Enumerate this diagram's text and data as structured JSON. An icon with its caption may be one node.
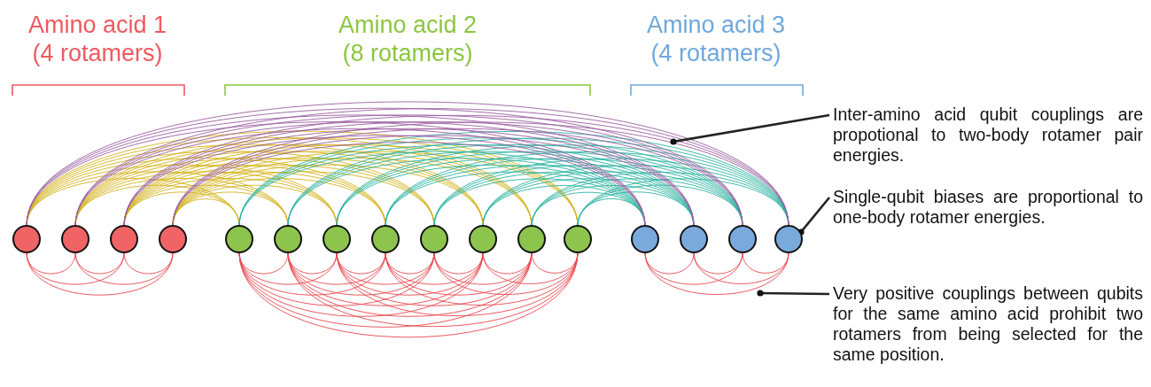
{
  "diagram": {
    "nodes": [
      {
        "text": [],
        "shape": "circle"
      },
      {
        "text": [],
        "shape": "circle"
      },
      {
        "text": [],
        "shape": "circle"
      },
      {
        "text": [],
        "shape": "circle"
      },
      {
        "text": [],
        "shape": "circle"
      },
      {
        "text": [],
        "shape": "circle"
      },
      {
        "text": [],
        "shape": "circle"
      },
      {
        "text": [],
        "shape": "circle"
      },
      {
        "text": [],
        "shape": "circle"
      },
      {
        "text": [],
        "shape": "circle"
      },
      {
        "text": [],
        "shape": "circle"
      },
      {
        "text": [],
        "shape": "circle"
      },
      {
        "text": [],
        "shape": "circle"
      },
      {
        "text": [],
        "shape": "circle"
      },
      {
        "text": [],
        "shape": "circle"
      },
      {
        "text": [],
        "shape": "circle"
      },
      {
        "text": [
          "Inter-amino acid qubit couplings are propotional to two-body rotamer pair energies."
        ]
      },
      {
        "text": [
          "Single-qubit biases are proportional to one-body rotamer energies."
        ]
      },
      {
        "text": [
          "Very positive couplings between qubits for the same amino acid prohibit two rotamers from being selected for the same position."
        ]
      }
    ],
    "edges": [
      {
        "from": 0,
        "to": 1,
        "arrow": "none",
        "color": "#e8474f"
      },
      {
        "from": 0,
        "to": 2,
        "arrow": "none",
        "color": "#e8474f"
      },
      {
        "from": 0,
        "to": 3,
        "arrow": "none",
        "color": "#e8474f"
      },
      {
        "from": 1,
        "to": 2,
        "arrow": "none",
        "color": "#e8474f"
      },
      {
        "from": 1,
        "to": 3,
        "arrow": "none",
        "color": "#e8474f"
      },
      {
        "from": 2,
        "to": 3,
        "arrow": "none",
        "color": "#e8474f"
      },
      {
        "from": 4,
        "to": 5,
        "arrow": "none",
        "color": "#e8474f"
      },
      {
        "from": 4,
        "to": 6,
        "arrow": "none",
        "color": "#e8474f"
      },
      {
        "from": 4,
        "to": 7,
        "arrow": "none",
        "color": "#e8474f"
      },
      {
        "from": 4,
        "to": 8,
        "arrow": "none",
        "color": "#e8474f"
      },
      {
        "from": 4,
        "to": 9,
        "arrow": "none",
        "color": "#e8474f"
      },
      {
        "from": 4,
        "to": 10,
        "arrow": "none",
        "color": "#e8474f"
      },
      {
        "from": 4,
        "to": 11,
        "arrow": "none",
        "color": "#e8474f"
      },
      {
        "from": 5,
        "to": 6,
        "arrow": "none",
        "color": "#e8474f"
      },
      {
        "from": 5,
        "to": 7,
        "arrow": "none",
        "color": "#e8474f"
      },
      {
        "from": 5,
        "to": 8,
        "arrow": "none",
        "color": "#e8474f"
      },
      {
        "from": 5,
        "to": 9,
        "arrow": "none",
        "color": "#e8474f"
      },
      {
        "from": 5,
        "to": 10,
        "arrow": "none",
        "color": "#e8474f"
      },
      {
        "from": 5,
        "to": 11,
        "arrow": "none",
        "color": "#e8474f"
      },
      {
        "from": 6,
        "to": 7,
        "arrow": "none",
        "color": "#e8474f"
      },
      {
        "from": 6,
        "to": 8,
        "arrow": "none",
        "color": "#e8474f"
      },
      {
        "from": 6,
        "to": 9,
        "arrow": "none",
        "color": "#e8474f"
      },
      {
        "from": 6,
        "to": 10,
        "arrow": "none",
        "color": "#e8474f"
      },
      {
        "from": 6,
        "to": 11,
        "arrow": "none",
        "color": "#e8474f"
      },
      {
        "from": 7,
        "to": 8,
        "arrow": "none",
        "color": "#e8474f"
      },
      {
        "from": 7,
        "to": 9,
        "arrow": "none",
        "color": "#e8474f"
      },
      {
        "from": 7,
        "to": 10,
        "arrow": "none",
        "color": "#e8474f"
      },
      {
        "from": 7,
        "to": 11,
        "arrow": "none",
        "color": "#e8474f"
      },
      {
        "from": 8,
        "to": 9,
        "arrow": "none",
        "color": "#e8474f"
      },
      {
        "from": 8,
        "to": 10,
        "arrow": "none",
        "color": "#e8474f"
      },
      {
        "from": 8,
        "to": 11,
        "arrow": "none",
        "color": "#e8474f"
      },
      {
        "from": 9,
        "to": 10,
        "arrow": "none",
        "color": "#e8474f"
      },
      {
        "from": 9,
        "to": 11,
        "arrow": "none",
        "color": "#e8474f"
      },
      {
        "from": 10,
        "to": 11,
        "arrow": "none",
        "color": "#e8474f"
      },
      {
        "from": 12,
        "to": 13,
        "arrow": "none",
        "color": "#e8474f"
      },
      {
        "from": 12,
        "to": 14,
        "arrow": "none",
        "color": "#e8474f"
      },
      {
        "from": 12,
        "to": 15,
        "arrow": "none",
        "color": "#e8474f"
      },
      {
        "from": 13,
        "to": 14,
        "arrow": "none",
        "color": "#e8474f"
      },
      {
        "from": 13,
        "to": 15,
        "arrow": "none",
        "color": "#e8474f"
      },
      {
        "from": 14,
        "to": 15,
        "arrow": "none",
        "color": "#e8474f"
      },
      {
        "from": 0,
        "to": 4,
        "arrow": "none",
        "color": "#d4b21c"
      },
      {
        "from": 0,
        "to": 5,
        "arrow": "none",
        "color": "#d4b21c"
      },
      {
        "from": 0,
        "to": 6,
        "arrow": "none",
        "color": "#d4b21c"
      },
      {
        "from": 0,
        "to": 7,
        "arrow": "none",
        "color": "#d4b21c"
      },
      {
        "from": 0,
        "to": 8,
        "arrow": "none",
        "color": "#d4b21c"
      },
      {
        "from": 0,
        "to": 9,
        "arrow": "none",
        "color": "#d4b21c"
      },
      {
        "from": 0,
        "to": 10,
        "arrow": "none",
        "color": "#d4b21c"
      },
      {
        "from": 0,
        "to": 11,
        "arrow": "none",
        "color": "#d4b21c"
      },
      {
        "from": 1,
        "to": 4,
        "arrow": "none",
        "color": "#d4b21c"
      },
      {
        "from": 1,
        "to": 5,
        "arrow": "none",
        "color": "#d4b21c"
      },
      {
        "from": 1,
        "to": 6,
        "arrow": "none",
        "color": "#d4b21c"
      },
      {
        "from": 1,
        "to": 7,
        "arrow": "none",
        "color": "#d4b21c"
      },
      {
        "from": 1,
        "to": 8,
        "arrow": "none",
        "color": "#d4b21c"
      },
      {
        "from": 1,
        "to": 9,
        "arrow": "none",
        "color": "#d4b21c"
      },
      {
        "from": 1,
        "to": 10,
        "arrow": "none",
        "color": "#d4b21c"
      },
      {
        "from": 1,
        "to": 11,
        "arrow": "none",
        "color": "#d4b21c"
      },
      {
        "from": 2,
        "to": 4,
        "arrow": "none",
        "color": "#d4b21c"
      },
      {
        "from": 2,
        "to": 5,
        "arrow": "none",
        "color": "#d4b21c"
      },
      {
        "from": 2,
        "to": 6,
        "arrow": "none",
        "color": "#d4b21c"
      },
      {
        "from": 2,
        "to": 7,
        "arrow": "none",
        "color": "#d4b21c"
      },
      {
        "from": 2,
        "to": 8,
        "arrow": "none",
        "color": "#d4b21c"
      },
      {
        "from": 2,
        "to": 9,
        "arrow": "none",
        "color": "#d4b21c"
      },
      {
        "from": 2,
        "to": 10,
        "arrow": "none",
        "color": "#d4b21c"
      },
      {
        "from": 2,
        "to": 11,
        "arrow": "none",
        "color": "#d4b21c"
      },
      {
        "from": 3,
        "to": 4,
        "arrow": "none",
        "color": "#d4b21c"
      },
      {
        "from": 3,
        "to": 5,
        "arrow": "none",
        "color": "#d4b21c"
      },
      {
        "from": 3,
        "to": 6,
        "arrow": "none",
        "color": "#d4b21c"
      },
      {
        "from": 3,
        "to": 7,
        "arrow": "none",
        "color": "#d4b21c"
      },
      {
        "from": 3,
        "to": 8,
        "arrow": "none",
        "color": "#d4b21c"
      },
      {
        "from": 3,
        "to": 9,
        "arrow": "none",
        "color": "#d4b21c"
      },
      {
        "from": 3,
        "to": 10,
        "arrow": "none",
        "color": "#d4b21c"
      },
      {
        "from": 3,
        "to": 11,
        "arrow": "none",
        "color": "#d4b21c"
      },
      {
        "from": 4,
        "to": 12,
        "arrow": "none",
        "color": "#2bb3a0"
      },
      {
        "from": 4,
        "to": 13,
        "arrow": "none",
        "color": "#2bb3a0"
      },
      {
        "from": 4,
        "to": 14,
        "arrow": "none",
        "color": "#2bb3a0"
      },
      {
        "from": 4,
        "to": 15,
        "arrow": "none",
        "color": "#2bb3a0"
      },
      {
        "from": 5,
        "to": 12,
        "arrow": "none",
        "color": "#2bb3a0"
      },
      {
        "from": 5,
        "to": 13,
        "arrow": "none",
        "color": "#2bb3a0"
      },
      {
        "from": 5,
        "to": 14,
        "arrow": "none",
        "color": "#2bb3a0"
      },
      {
        "from": 5,
        "to": 15,
        "arrow": "none",
        "color": "#2bb3a0"
      },
      {
        "from": 6,
        "to": 12,
        "arrow": "none",
        "color": "#2bb3a0"
      },
      {
        "from": 6,
        "to": 13,
        "arrow": "none",
        "color": "#2bb3a0"
      },
      {
        "from": 6,
        "to": 14,
        "arrow": "none",
        "color": "#2bb3a0"
      },
      {
        "from": 6,
        "to": 15,
        "arrow": "none",
        "color": "#2bb3a0"
      },
      {
        "from": 7,
        "to": 12,
        "arrow": "none",
        "color": "#2bb3a0"
      },
      {
        "from": 7,
        "to": 13,
        "arrow": "none",
        "color": "#2bb3a0"
      },
      {
        "from": 7,
        "to": 14,
        "arrow": "none",
        "color": "#2bb3a0"
      },
      {
        "from": 7,
        "to": 15,
        "arrow": "none",
        "color": "#2bb3a0"
      },
      {
        "from": 8,
        "to": 12,
        "arrow": "none",
        "color": "#2bb3a0"
      },
      {
        "from": 8,
        "to": 13,
        "arrow": "none",
        "color": "#2bb3a0"
      },
      {
        "from": 8,
        "to": 14,
        "arrow": "none",
        "color": "#2bb3a0"
      },
      {
        "from": 8,
        "to": 15,
        "arrow": "none",
        "color": "#2bb3a0"
      },
      {
        "from": 9,
        "to": 12,
        "arrow": "none",
        "color": "#2bb3a0"
      },
      {
        "from": 9,
        "to": 13,
        "arrow": "none",
        "color": "#2bb3a0"
      },
      {
        "from": 9,
        "to": 14,
        "arrow": "none",
        "color": "#2bb3a0"
      },
      {
        "from": 9,
        "to": 15,
        "arrow": "none",
        "color": "#2bb3a0"
      },
      {
        "from": 10,
        "to": 12,
        "arrow": "none",
        "color": "#2bb3a0"
      },
      {
        "from": 10,
        "to": 13,
        "arrow": "none",
        "color": "#2bb3a0"
      },
      {
        "from": 10,
        "to": 14,
        "arrow": "none",
        "color": "#2bb3a0"
      },
      {
        "from": 10,
        "to": 15,
        "arrow": "none",
        "color": "#2bb3a0"
      },
      {
        "from": 11,
        "to": 12,
        "arrow": "none",
        "color": "#2bb3a0"
      },
      {
        "from": 11,
        "to": 13,
        "arrow": "none",
        "color": "#2bb3a0"
      },
      {
        "from": 11,
        "to": 14,
        "arrow": "none",
        "color": "#2bb3a0"
      },
      {
        "from": 11,
        "to": 15,
        "arrow": "none",
        "color": "#2bb3a0"
      },
      {
        "from": 0,
        "to": 12,
        "arrow": "none",
        "color": "#9b5fa0"
      },
      {
        "from": 0,
        "to": 13,
        "arrow": "none",
        "color": "#9b5fa0"
      },
      {
        "from": 0,
        "to": 14,
        "arrow": "none",
        "color": "#9b5fa0"
      },
      {
        "from": 0,
        "to": 15,
        "arrow": "none",
        "color": "#9b5fa0"
      },
      {
        "from": 1,
        "to": 12,
        "arrow": "none",
        "color": "#9b5fa0"
      },
      {
        "from": 1,
        "to": 13,
        "arrow": "none",
        "color": "#9b5fa0"
      },
      {
        "from": 1,
        "to": 14,
        "arrow": "none",
        "color": "#9b5fa0"
      },
      {
        "from": 1,
        "to": 15,
        "arrow": "none",
        "color": "#9b5fa0"
      },
      {
        "from": 2,
        "to": 12,
        "arrow": "none",
        "color": "#9b5fa0"
      },
      {
        "from": 2,
        "to": 13,
        "arrow": "none",
        "color": "#9b5fa0"
      },
      {
        "from": 2,
        "to": 14,
        "arrow": "none",
        "color": "#9b5fa0"
      },
      {
        "from": 2,
        "to": 15,
        "arrow": "none",
        "color": "#9b5fa0"
      },
      {
        "from": 3,
        "to": 12,
        "arrow": "none",
        "color": "#9b5fa0"
      },
      {
        "from": 3,
        "to": 13,
        "arrow": "none",
        "color": "#9b5fa0"
      },
      {
        "from": 3,
        "to": 14,
        "arrow": "none",
        "color": "#9b5fa0"
      },
      {
        "from": 3,
        "to": 15,
        "arrow": "none",
        "color": "#9b5fa0"
      },
      {
        "from": 16,
        "to": null,
        "arrow": "other",
        "color": "#222222"
      },
      {
        "from": 17,
        "to": 15,
        "arrow": "other",
        "color": "#222222"
      },
      {
        "from": 18,
        "to": null,
        "arrow": "other",
        "color": "#222222"
      }
    ],
    "labels": [
      "Amino acid 1 (4 rotamers)",
      "Amino acid 2 (8 rotamers)",
      "Amino acid 3 (4 rotamers)"
    ]
  }
}
